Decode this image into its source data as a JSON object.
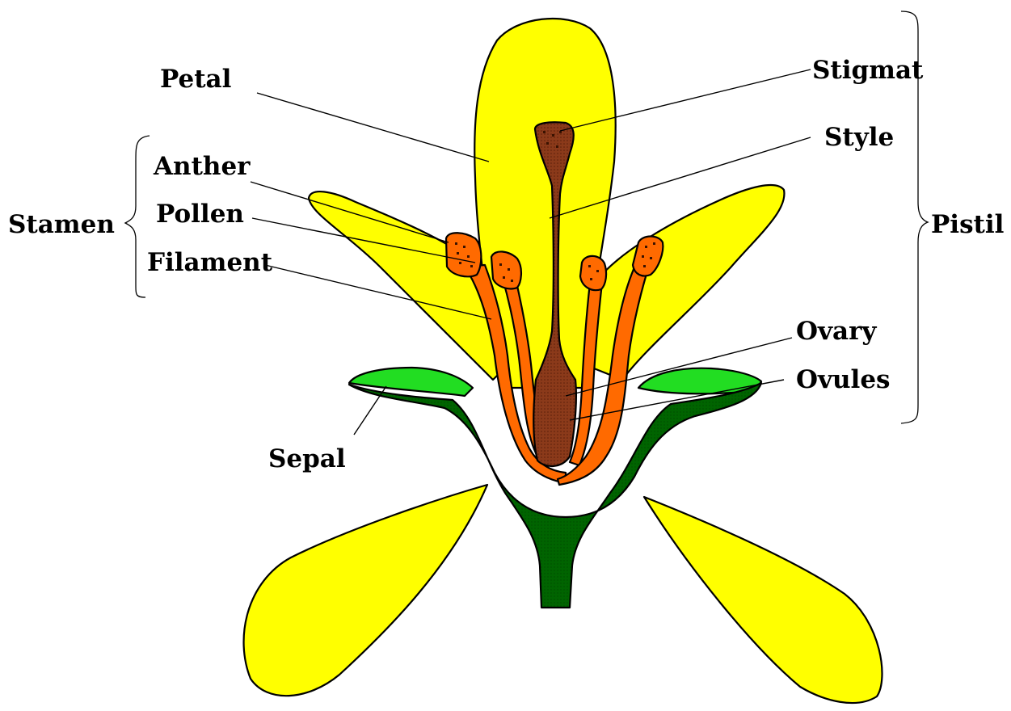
{
  "labels": {
    "petal": "Petal",
    "anther": "Anther",
    "pollen": "Pollen",
    "filament": "Filament",
    "stamen": "Stamen",
    "sepal": "Sepal",
    "stigma": "Stigmat",
    "style": "Style",
    "pistil": "Pistil",
    "ovary": "Ovary",
    "ovules": "Ovules"
  },
  "colors": {
    "petal": "#ffff00",
    "sepal_dark": "#006400",
    "sepal_light": "#22dd22",
    "stamen": "#ff6a00",
    "pistil": "#8b3a1a",
    "outline": "#000000"
  }
}
